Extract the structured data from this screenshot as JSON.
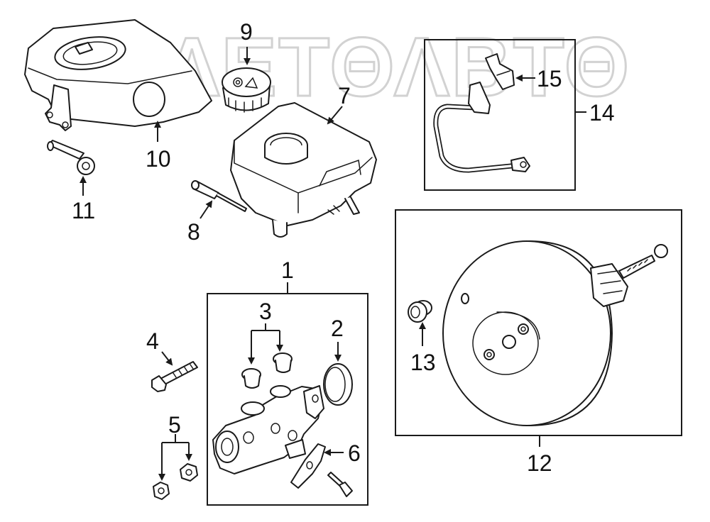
{
  "watermark": "ΛΛΕΤΘΛΒΤΘ",
  "callouts": {
    "c1": "1",
    "c2": "2",
    "c3": "3",
    "c4": "4",
    "c5": "5",
    "c6": "6",
    "c7": "7",
    "c8": "8",
    "c9": "9",
    "c10": "10",
    "c11": "11",
    "c12": "12",
    "c13": "13",
    "c14": "14",
    "c15": "15"
  },
  "colors": {
    "line": "#1a1a1a",
    "watermark": "#d2d2d2",
    "background": "#ffffff"
  }
}
